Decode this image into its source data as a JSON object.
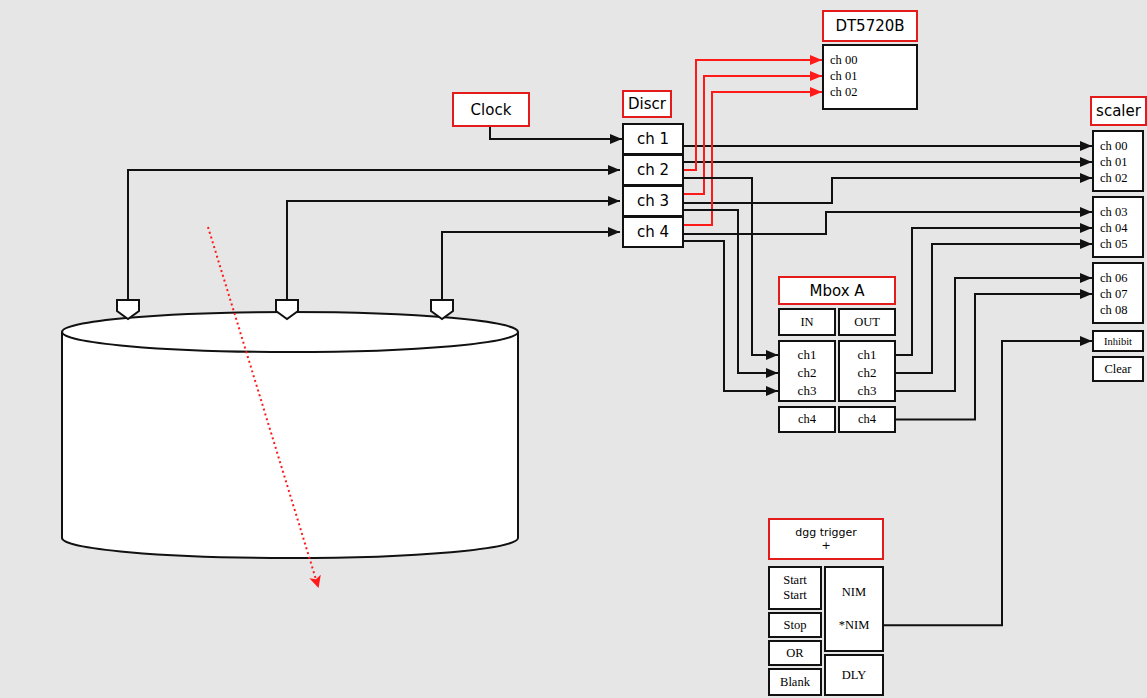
{
  "diagram": {
    "nodes": [
      {
        "text": [
          "DT5720B"
        ]
      },
      {
        "text": [
          "ch 00",
          "ch 01",
          "ch 02"
        ]
      },
      {
        "text": [
          "Clock"
        ]
      },
      {
        "text": [
          "Discr"
        ]
      },
      {
        "text": [
          "ch 1"
        ]
      },
      {
        "text": [
          "ch 2"
        ]
      },
      {
        "text": [
          "ch 3"
        ]
      },
      {
        "text": [
          "ch 4"
        ]
      },
      {
        "text": [
          "scaler"
        ]
      },
      {
        "text": [
          "ch 00",
          "ch 01",
          "ch 02"
        ]
      },
      {
        "text": [
          "ch 03",
          "ch 04",
          "ch 05"
        ]
      },
      {
        "text": [
          "ch 06",
          "ch 07",
          "ch 08"
        ]
      },
      {
        "text": [
          "Inhibit"
        ]
      },
      {
        "text": [
          "Clear"
        ]
      },
      {
        "text": [
          "Mbox A"
        ]
      },
      {
        "text": [
          "IN"
        ]
      },
      {
        "text": [
          "OUT"
        ]
      },
      {
        "text": [
          "ch1",
          "ch2",
          "ch3"
        ]
      },
      {
        "text": [
          "ch1",
          "ch2",
          "ch3"
        ]
      },
      {
        "text": [
          "ch4"
        ]
      },
      {
        "text": [
          "ch4"
        ]
      },
      {
        "text": [
          "dgg trigger +"
        ]
      },
      {
        "text": [
          "Start Start"
        ]
      },
      {
        "text": [
          "Stop"
        ]
      },
      {
        "text": [
          "OR"
        ]
      },
      {
        "text": [
          "Blank"
        ]
      },
      {
        "text": [
          "NIM",
          "*NIM"
        ]
      },
      {
        "text": [
          "DLY"
        ]
      }
    ],
    "edges": [
      {
        "from": 2,
        "to": 4,
        "arrow": "to"
      },
      {
        "from": 4,
        "to": 9,
        "arrow": "to"
      },
      {
        "from": 5,
        "to": 9,
        "arrow": "to"
      },
      {
        "from": 6,
        "to": 9,
        "arrow": "to"
      },
      {
        "from": 7,
        "to": 10,
        "arrow": "to"
      },
      {
        "from": 5,
        "to": 1,
        "arrow": "to"
      },
      {
        "from": 6,
        "to": 1,
        "arrow": "to"
      },
      {
        "from": 7,
        "to": 1,
        "arrow": "to"
      },
      {
        "from": 5,
        "to": 17,
        "arrow": "to"
      },
      {
        "from": 6,
        "to": 17,
        "arrow": "to"
      },
      {
        "from": 7,
        "to": 17,
        "arrow": "to"
      },
      {
        "from": 18,
        "to": 10,
        "arrow": "to"
      },
      {
        "from": 18,
        "to": 10,
        "arrow": "to"
      },
      {
        "from": 18,
        "to": 11,
        "arrow": "to"
      },
      {
        "from": 20,
        "to": 11,
        "arrow": "to"
      },
      {
        "from": 26,
        "to": 12,
        "arrow": "to"
      }
    ]
  }
}
